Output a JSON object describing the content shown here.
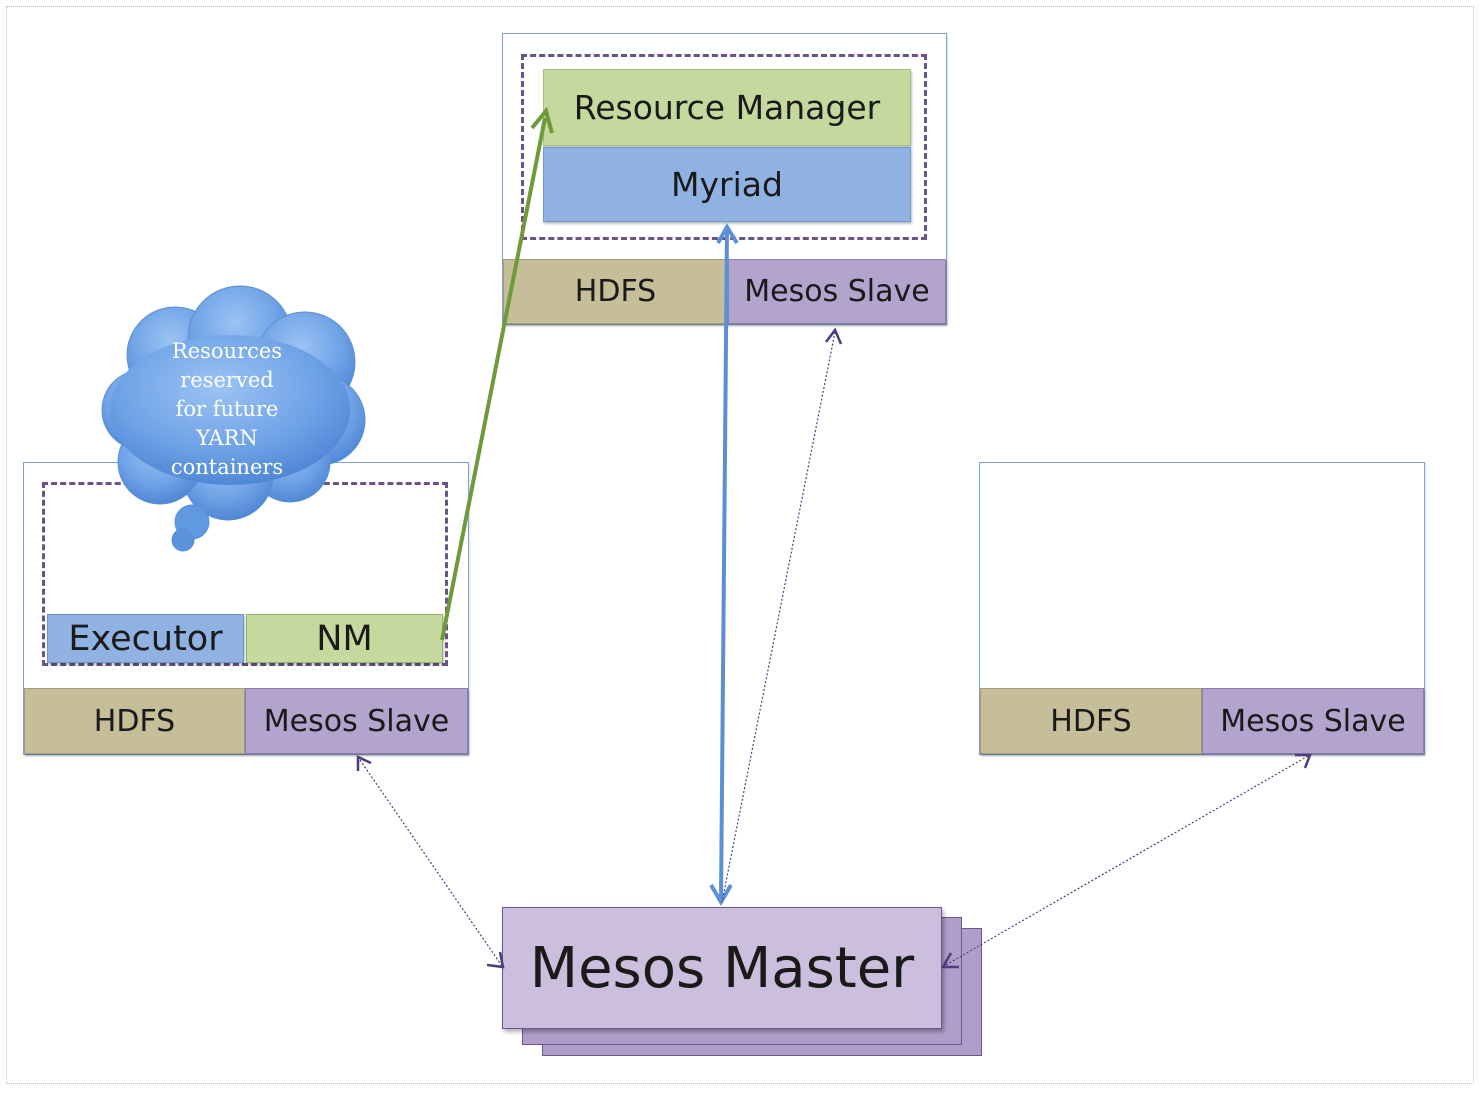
{
  "top_node": {
    "resource_manager": "Resource Manager",
    "myriad": "Myriad",
    "hdfs": "HDFS",
    "mesos_slave": "Mesos Slave"
  },
  "left_node": {
    "executor": "Executor",
    "nm": "NM",
    "hdfs": "HDFS",
    "mesos_slave": "Mesos Slave",
    "cloud_lines": [
      "Resources",
      "reserved",
      "for future",
      "YARN",
      "containers"
    ]
  },
  "right_node": {
    "hdfs": "HDFS",
    "mesos_slave": "Mesos Slave"
  },
  "master": {
    "label": "Mesos Master"
  },
  "colors": {
    "resource_manager": "#c5d99f",
    "myriad": "#8fb2e2",
    "hdfs": "#c5be98",
    "mesos_slave": "#b3a4cd",
    "master": "#cbbfdd",
    "nm_link": "#6e9a3a",
    "myriad_link": "#5b8fd6",
    "dotted_link": "#4b3f7a",
    "cloud": "#5a93dc"
  }
}
